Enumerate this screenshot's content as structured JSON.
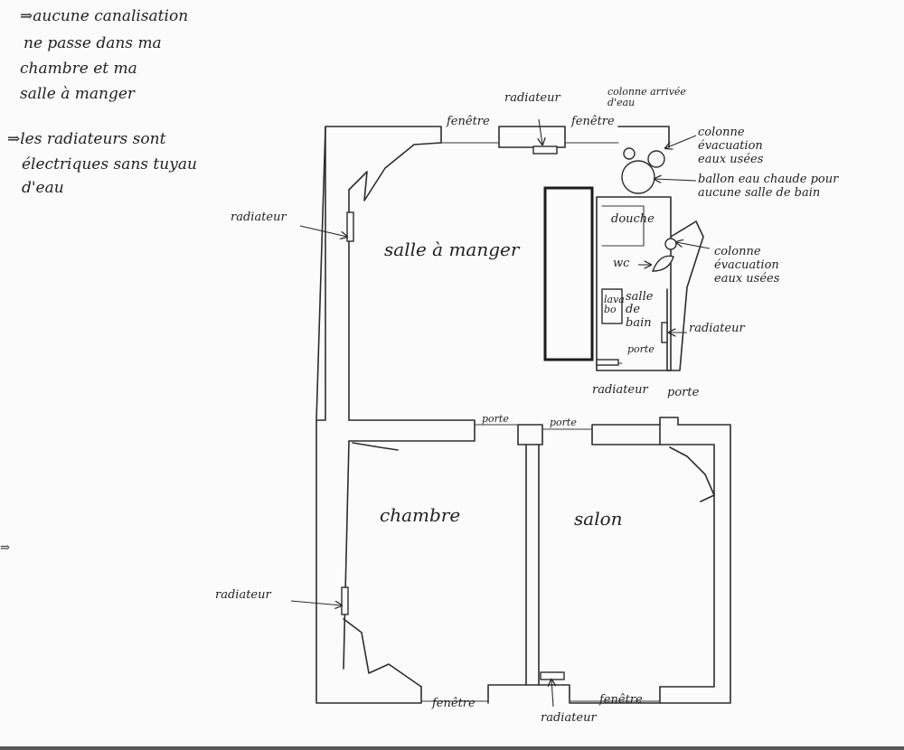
{
  "notes": [
    {
      "line1": "⇒aucune canalisation",
      "line2": "ne passe dans ma",
      "line3": "chambre et ma",
      "line4": "salle à manger"
    },
    {
      "line1": "⇒les radiateurs sont",
      "line2": "électriques sans tuyau",
      "line3": "d'eau"
    }
  ],
  "margin_mark": "⇒",
  "rooms": {
    "salle_a_manger": "salle à manger",
    "chambre": "chambre",
    "salon": "salon",
    "salle_de_bain": "salle de bain",
    "douche": "douche",
    "wc": "wc",
    "lavabo": "lava bo"
  },
  "labels": {
    "fenetre": "fenêtre",
    "porte": "porte",
    "radiateur": "radiateur",
    "colonne_arrivee": "colonne arrivée d'eau",
    "colonne_evac_1": "colonne évacuation eaux usées",
    "colonne_evac_2": "colonne évacuation eaux usées",
    "ballon": "ballon eau chaude pour aucune salle de bain"
  },
  "colors": {
    "ink": "#2d2d2d",
    "paper": "#fbfbfb"
  }
}
